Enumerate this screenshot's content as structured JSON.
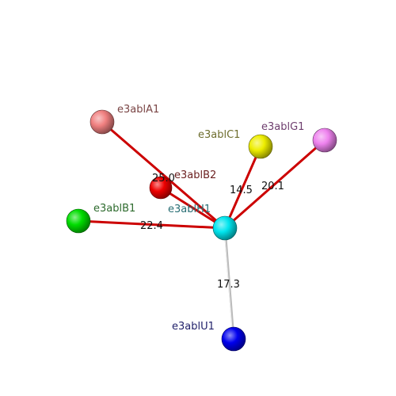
{
  "nodes": [
    {
      "id": "center",
      "label": "e3ablH1",
      "color": "#00e5ee",
      "label_color": "#2a6f75"
    },
    {
      "id": "a1",
      "label": "e3ablA1",
      "color": "#f08080",
      "label_color": "#7a4545"
    },
    {
      "id": "b2",
      "label": "e3ablB2",
      "color": "#ee0000",
      "label_color": "#6b1f1f"
    },
    {
      "id": "b1",
      "label": "e3ablB1",
      "color": "#00dd00",
      "label_color": "#2e6b2e"
    },
    {
      "id": "c1",
      "label": "e3ablC1",
      "color": "#eeee00",
      "label_color": "#6e6e2e"
    },
    {
      "id": "g1",
      "label": "e3ablG1",
      "color": "#ee82ee",
      "label_color": "#6e3e6e"
    },
    {
      "id": "u1",
      "label": "e3ablU1",
      "color": "#0000ee",
      "label_color": "#22226b"
    }
  ],
  "edges": [
    {
      "from": "center",
      "to": "a1",
      "label": "",
      "color": "#cc0000"
    },
    {
      "from": "center",
      "to": "b2",
      "label": "25.0",
      "color": "#cc0000"
    },
    {
      "from": "center",
      "to": "b1",
      "label": "22.4",
      "color": "#cc0000"
    },
    {
      "from": "center",
      "to": "c1",
      "label": "14.5",
      "color": "#cc0000"
    },
    {
      "from": "center",
      "to": "g1",
      "label": "20.1",
      "color": "#cc0000"
    },
    {
      "from": "center",
      "to": "u1",
      "label": "17.3",
      "color": "#bbbbbb"
    }
  ]
}
